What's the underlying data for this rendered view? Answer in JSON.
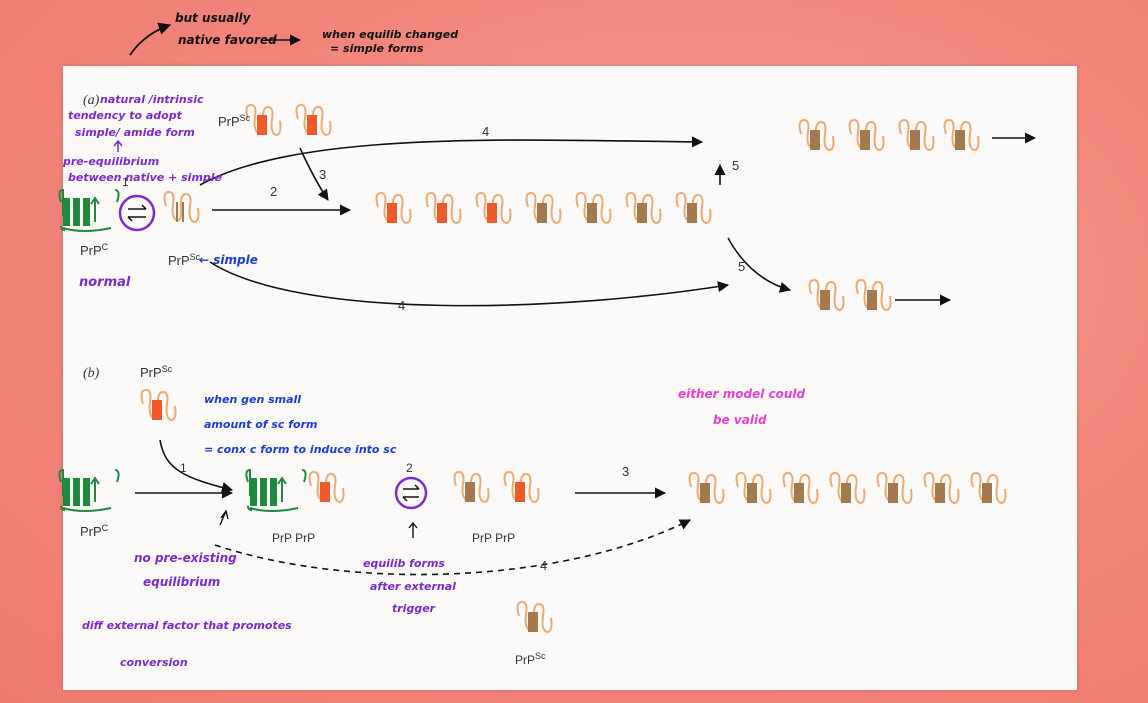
{
  "top_notes": {
    "line1": "but usually",
    "line2": "native favored",
    "right": "when equilib changed",
    "right2": "= simple forms"
  },
  "panel_a": {
    "label": "(a)",
    "notes": [
      "natural /intrinsic",
      "tendency to adopt",
      "simple/ amide form",
      "pre-equilibrium",
      "between native + simple"
    ],
    "prpsc_top": "PrP",
    "prpc": "PrP",
    "prpsc_bottom": "PrP",
    "simple_note": "← simple",
    "normal_note": "normal",
    "steps": [
      "1",
      "2",
      "3",
      "4",
      "4",
      "5",
      "5"
    ]
  },
  "panel_b": {
    "label": "(b)",
    "prpsc_top": "PrP",
    "notes": [
      "when gen small",
      "amount of sc form",
      "= conx c form to induce into sc"
    ],
    "prpc": "PrP",
    "prpc_prpsc": "PrP PrP",
    "prpsc_prpsc": "PrP PrP",
    "prpsc_bottom": "PrP",
    "steps": [
      "1",
      "2",
      "3",
      "4"
    ],
    "no_pre": "no pre-existing",
    "equilibrium": "equilibrium",
    "ext_factor": "diff external factor that promotes",
    "conversion": "conversion",
    "equilib_forms": "equilib forms",
    "after_external": "after external",
    "trigger": "trigger"
  },
  "either_note": [
    "either model could",
    "be valid"
  ],
  "colors": {
    "background": "#f2857a",
    "green": "#1f8a3e",
    "red": "#f05a28",
    "brown": "#a37a4e",
    "orange_outline": "#f0a874",
    "ink_blue": "#1a3bd8",
    "ink_purple": "#7a2ad0",
    "ink_magenta": "#e83fd6"
  }
}
